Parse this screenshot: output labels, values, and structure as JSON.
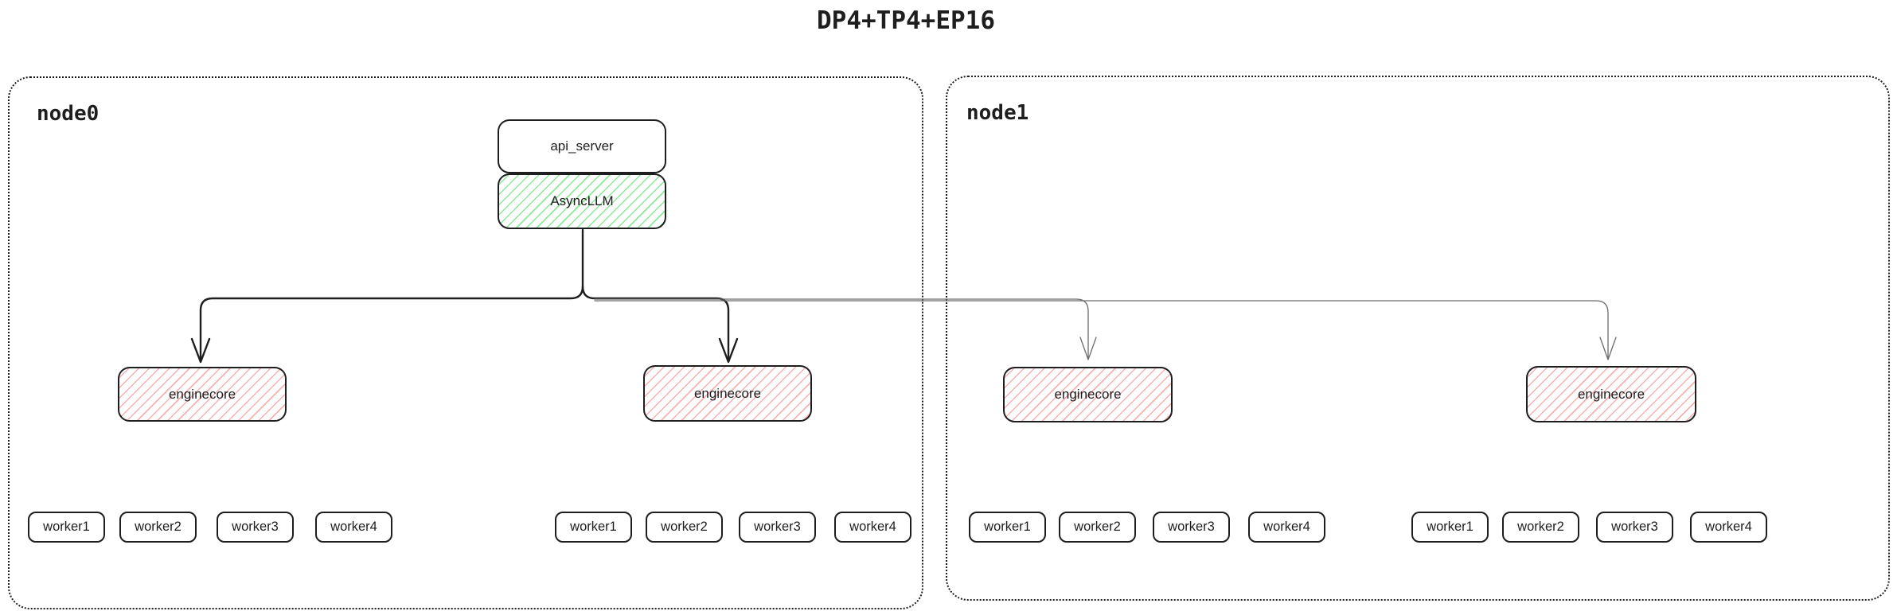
{
  "title": "DP4+TP4+EP16",
  "nodes": [
    {
      "label": "node0"
    },
    {
      "label": "node1"
    }
  ],
  "api_server": {
    "label": "api_server"
  },
  "async_llm": {
    "label": "AsyncLLM"
  },
  "enginecore": {
    "label": "enginecore"
  },
  "workers": [
    "worker1",
    "worker2",
    "worker3",
    "worker4"
  ],
  "colors": {
    "border": "#1e1e1e",
    "green_hatch": "#8ce99a",
    "red_hatch": "#f7b1b0",
    "connector_bold": "#1e1e1e",
    "connector_thin": "#6b6b6b",
    "background": "#ffffff"
  }
}
